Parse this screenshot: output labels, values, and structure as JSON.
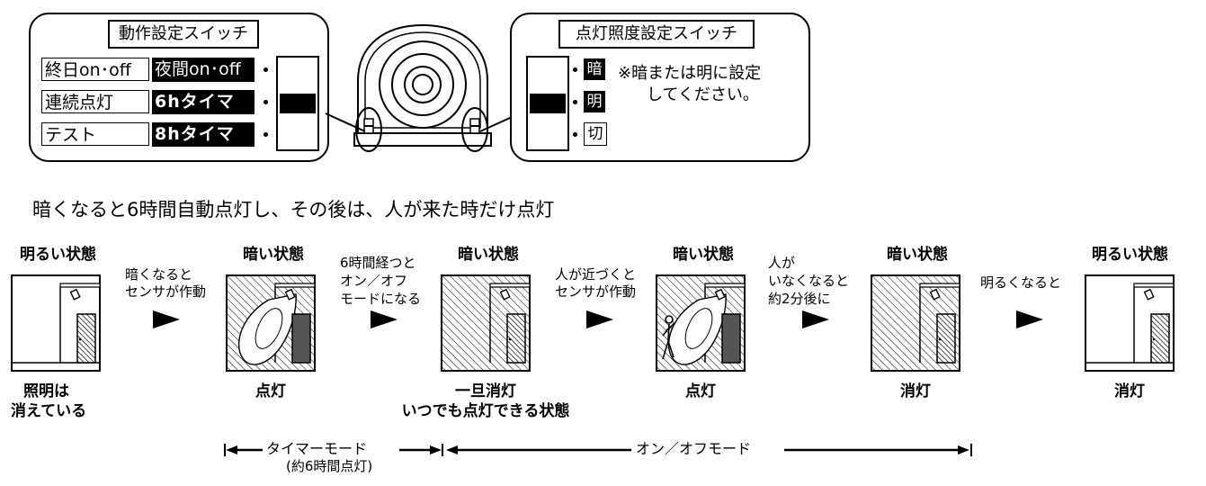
{
  "operation_switch": {
    "title": "動作設定スイッチ",
    "rows": [
      {
        "left": "終日on･off",
        "right": "夜間on･off"
      },
      {
        "left": "連続点灯",
        "right": "6hタイマ"
      },
      {
        "left": "テスト",
        "right": "8hタイマ"
      }
    ]
  },
  "illuminance_switch": {
    "title": "点灯照度設定スイッチ",
    "options": [
      "暗",
      "明",
      "切"
    ],
    "note_line1": "※暗または明に設定",
    "note_line2": "してください。"
  },
  "headline": "暗くなると6時間自動点灯し、その後は、人が来た時だけ点灯",
  "stages": [
    {
      "state": "明るい状態",
      "label1": "照明は",
      "label2": "消えている",
      "dark": false,
      "light_on": false,
      "person": false
    },
    {
      "state": "暗い状態",
      "label1": "点灯",
      "label2": "",
      "dark": true,
      "light_on": true,
      "person": false
    },
    {
      "state": "暗い状態",
      "label1": "一旦消灯",
      "label2": "いつでも点灯できる状態",
      "dark": true,
      "light_on": false,
      "person": false
    },
    {
      "state": "暗い状態",
      "label1": "点灯",
      "label2": "",
      "dark": true,
      "light_on": true,
      "person": true
    },
    {
      "state": "暗い状態",
      "label1": "消灯",
      "label2": "",
      "dark": true,
      "light_on": false,
      "person": false
    },
    {
      "state": "明るい状態",
      "label1": "消灯",
      "label2": "",
      "dark": false,
      "light_on": false,
      "person": false
    }
  ],
  "transitions": [
    {
      "line1": "暗くなると",
      "line2": "センサが作動",
      "line3": ""
    },
    {
      "line1": "6時間経つと",
      "line2": "オン／オフ",
      "line3": "モードになる"
    },
    {
      "line1": "人が近づくと",
      "line2": "センサが作動",
      "line3": ""
    },
    {
      "line1": "人が",
      "line2": "いなくなると",
      "line3": "約2分後に"
    },
    {
      "line1": "明るくなると",
      "line2": "",
      "line3": ""
    }
  ],
  "timeline": {
    "timer_mode": "タイマーモード",
    "timer_note": "(約6時間点灯)",
    "onoff_mode": "オン／オフモード"
  },
  "colors": {
    "ink": "#000000",
    "paper": "#ffffff",
    "door": "#555555"
  }
}
